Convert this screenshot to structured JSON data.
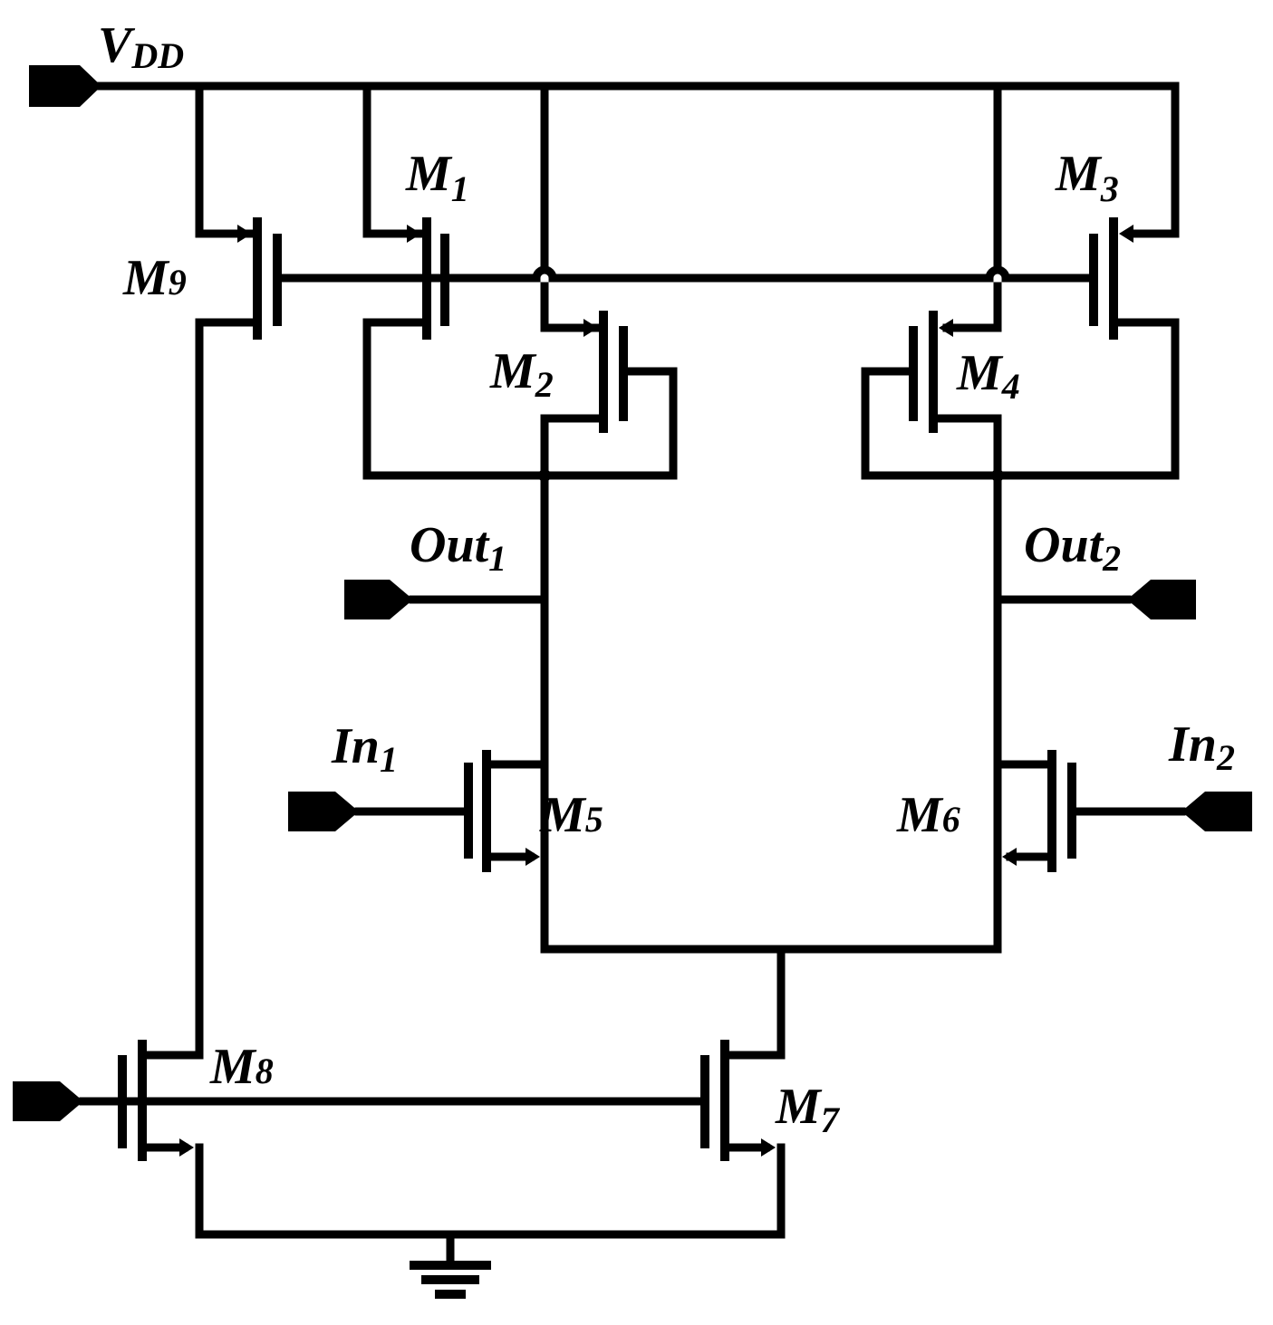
{
  "labels": {
    "vdd": {
      "main": "V",
      "sub": "DD"
    },
    "m1": {
      "main": "M",
      "sub": "1"
    },
    "m2": {
      "main": "M",
      "sub": "2"
    },
    "m3": {
      "main": "M",
      "sub": "3"
    },
    "m4": {
      "main": "M",
      "sub": "4"
    },
    "m5": {
      "main": "M",
      "sub": "5"
    },
    "m6": {
      "main": "M",
      "sub": "6"
    },
    "m7": {
      "main": "M",
      "sub": "7"
    },
    "m8": {
      "main": "M",
      "sub": "8"
    },
    "m9": {
      "main": "M",
      "sub": "9"
    },
    "out1": {
      "main": "Out",
      "sub": "1"
    },
    "out2": {
      "main": "Out",
      "sub": "2"
    },
    "in1": {
      "main": "In",
      "sub": "1"
    },
    "in2": {
      "main": "In",
      "sub": "2"
    }
  },
  "colors": {
    "wire": "#000000",
    "background": "#ffffff"
  }
}
